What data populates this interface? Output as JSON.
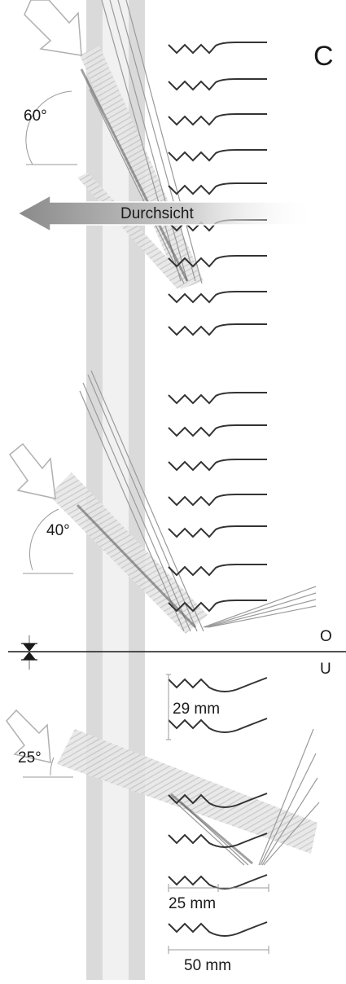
{
  "labels": {
    "corner_letter": "C",
    "angle_top": "60°",
    "angle_middle": "40°",
    "angle_bottom": "25°",
    "view_through": "Durchsicht",
    "upper": "O",
    "lower": "U",
    "spacing_29": "29 mm",
    "spacing_25": "25 mm",
    "spacing_50": "50 mm"
  },
  "colors": {
    "glass": "#d9d9d9",
    "profile": "#333333",
    "hatch": "#bdbdbd",
    "arrow": "#8c8c8c",
    "ray": "#9a9a9a"
  },
  "icons": [
    "sun-arrow-icon",
    "view-arrow-icon",
    "level-marker-icon"
  ]
}
